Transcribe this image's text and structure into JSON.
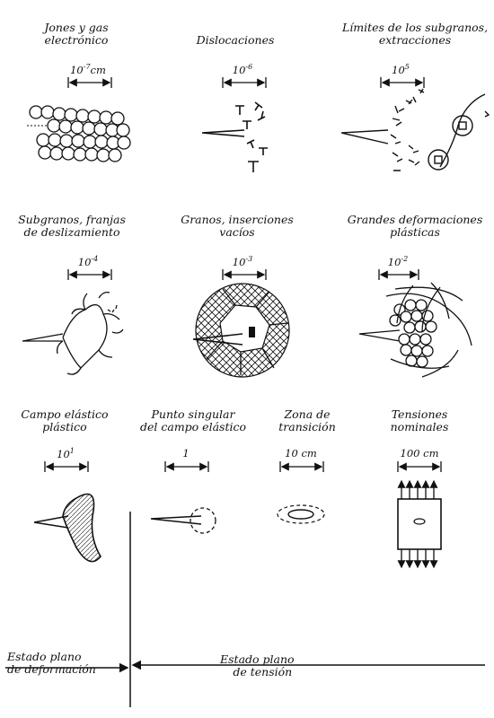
{
  "panels": [
    {
      "id": "jones",
      "line1": "Jones y gas",
      "line2": "electrónico",
      "scale_base": "10",
      "scale_exp": "-7",
      "scale_unit": "cm"
    },
    {
      "id": "dislocaciones",
      "line1": "Dislocaciones",
      "line2": "",
      "scale_base": "10",
      "scale_exp": "-6",
      "scale_unit": ""
    },
    {
      "id": "limites",
      "line1": "Límites de los subgranos,",
      "line2": "extracciones",
      "scale_base": "10",
      "scale_exp": "5",
      "scale_unit": ""
    },
    {
      "id": "subgranos",
      "line1": "Subgranos, franjas",
      "line2": "de deslizamiento",
      "scale_base": "10",
      "scale_exp": "-4",
      "scale_unit": ""
    },
    {
      "id": "granos",
      "line1": "Granos, inserciones",
      "line2": "vacíos",
      "scale_base": "10",
      "scale_exp": "-3",
      "scale_unit": ""
    },
    {
      "id": "grandes",
      "line1": "Grandes deformaciones",
      "line2": "plásticas",
      "scale_base": "10",
      "scale_exp": "-2",
      "scale_unit": ""
    },
    {
      "id": "campo",
      "line1": "Campo elástico",
      "line2": "plástico",
      "scale_base": "10",
      "scale_exp": "1",
      "scale_unit": ""
    },
    {
      "id": "punto",
      "line1": "Punto singular",
      "line2": "del campo elástico",
      "scale_base": "1",
      "scale_exp": "",
      "scale_unit": ""
    },
    {
      "id": "zona",
      "line1": "Zona de",
      "line2": "transición",
      "scale_base": "10 cm",
      "scale_exp": "",
      "scale_unit": ""
    },
    {
      "id": "tensiones",
      "line1": "Tensiones",
      "line2": "nominales",
      "scale_base": "100 cm",
      "scale_exp": "",
      "scale_unit": ""
    }
  ],
  "bottom": {
    "left_line1": "Estado plano",
    "left_line2": "de deformación",
    "right_line1": "Estado plano",
    "right_line2": "de tensión"
  }
}
